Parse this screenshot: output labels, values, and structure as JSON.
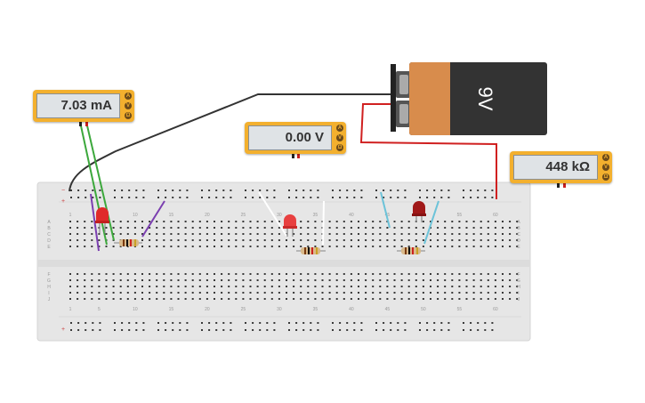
{
  "meters": [
    {
      "id": "ammeter",
      "reading": "7.03 mA",
      "modes": [
        "A",
        "V",
        "Ω"
      ]
    },
    {
      "id": "voltmeter",
      "reading": "0.00 V",
      "modes": [
        "A",
        "V",
        "Ω"
      ]
    },
    {
      "id": "ohmmeter",
      "reading": "448 kΩ",
      "modes": [
        "A",
        "V",
        "Ω"
      ]
    }
  ],
  "battery": {
    "label": "9V"
  },
  "breadboard": {
    "column_numbers": [
      "1",
      "5",
      "10",
      "15",
      "20",
      "25",
      "30",
      "35",
      "40",
      "45",
      "50",
      "55",
      "60"
    ],
    "rows_top": [
      "A",
      "B",
      "C",
      "D",
      "E"
    ],
    "rows_bottom": [
      "F",
      "G",
      "H",
      "I",
      "J"
    ],
    "rail_symbols": [
      "+",
      "−"
    ]
  },
  "colors": {
    "meter_body": "#f3b02e",
    "breadboard": "#e6e6e6",
    "battery_body": "#333333",
    "battery_label_band": "#d88c4c",
    "wire_black": "#333333",
    "wire_red": "#d02020",
    "wire_green": "#3ca83c",
    "wire_purple": "#7b3fb0",
    "wire_white": "#ffffff",
    "wire_lightblue": "#6cc3d9",
    "led_red": "#e02a2a",
    "led_darkred": "#a01818"
  }
}
